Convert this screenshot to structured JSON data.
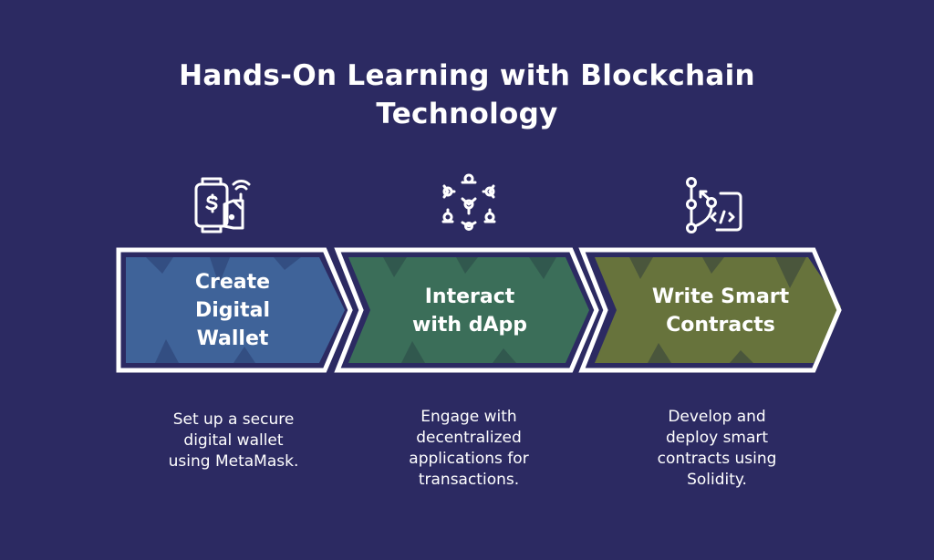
{
  "title": {
    "line1": "Hands-On Learning with Blockchain",
    "line2": "Technology"
  },
  "colors": {
    "background": "#2c2a62",
    "step1_fill": "#3f6399",
    "step2_fill": "#3b6e59",
    "step3_fill": "#67733c",
    "outline": "#ffffff"
  },
  "steps": [
    {
      "icon": "digital-wallet-icon",
      "label_lines": [
        "Create",
        "Digital",
        "Wallet"
      ],
      "description_lines": [
        "Set up a secure",
        "digital wallet",
        "using MetaMask."
      ]
    },
    {
      "icon": "decentralized-network-icon",
      "label_lines": [
        "Interact",
        "with dApp"
      ],
      "description_lines": [
        "Engage with",
        "decentralized",
        "applications for",
        "transactions."
      ]
    },
    {
      "icon": "code-branch-icon",
      "label_lines": [
        "Write Smart",
        "Contracts"
      ],
      "description_lines": [
        "Develop and",
        "deploy smart",
        "contracts using",
        "Solidity."
      ]
    }
  ]
}
